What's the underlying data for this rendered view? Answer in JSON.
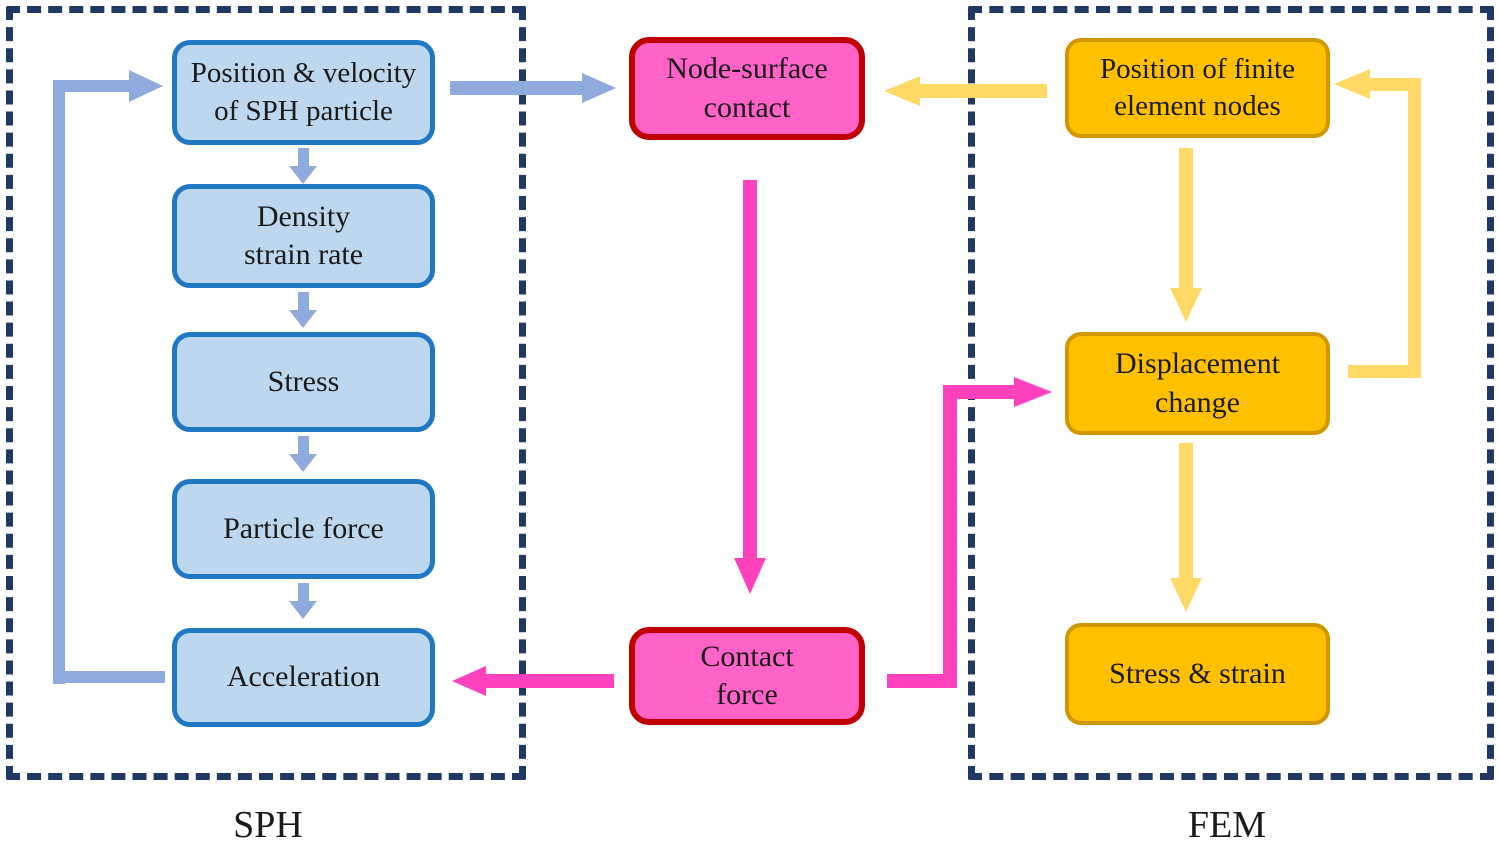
{
  "figure": {
    "sph_section": {
      "label": "SPH",
      "boxes": [
        {
          "id": "sph-position-velocity",
          "text": "Position & velocity\nof SPH particle"
        },
        {
          "id": "sph-density-strain-rate",
          "text": "Density\nstrain rate"
        },
        {
          "id": "sph-stress",
          "text": "Stress"
        },
        {
          "id": "sph-particle-force",
          "text": "Particle force"
        },
        {
          "id": "sph-acceleration",
          "text": "Acceleration"
        }
      ]
    },
    "coupling_section": {
      "boxes": [
        {
          "id": "node-surface-contact",
          "text": "Node-surface\ncontact"
        },
        {
          "id": "contact-force",
          "text": "Contact\nforce"
        }
      ]
    },
    "fem_section": {
      "label": "FEM",
      "boxes": [
        {
          "id": "fem-position-nodes",
          "text": "Position of finite\nelement nodes"
        },
        {
          "id": "fem-displacement-change",
          "text": "Displacement\nchange"
        },
        {
          "id": "fem-stress-strain",
          "text": "Stress & strain"
        }
      ]
    },
    "colors": {
      "sph_box_fill": "#BDD7EE",
      "sph_box_border": "#2077C4",
      "sph_arrow": "#8FAADC",
      "coupling_box_fill": "#FF63C8",
      "coupling_box_border": "#C00000",
      "coupling_arrow": "#FF41BD",
      "fem_box_fill": "#FFC000",
      "fem_box_border": "#D09700",
      "fem_arrow": "#FFD966",
      "frame_border": "#1F3864",
      "text": "#1A1A1A",
      "background": "#FFFFFF"
    }
  }
}
